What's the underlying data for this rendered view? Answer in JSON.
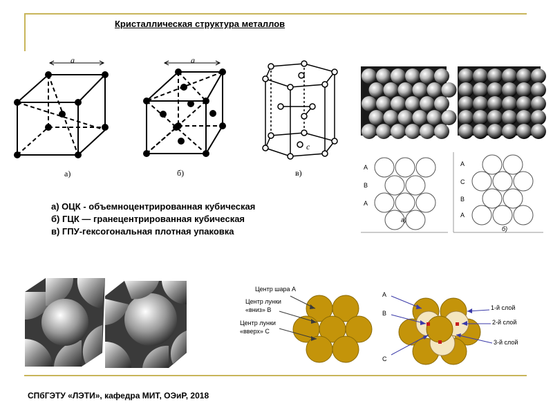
{
  "header": {
    "title": "Кристаллическая структура металлов"
  },
  "captions": {
    "a": "а)",
    "b": "б)",
    "c": "в)"
  },
  "cube_labels": {
    "a": "a",
    "b": "a",
    "c": "c"
  },
  "legend": [
    "а) ОЦК - объемноцентрированная кубическая",
    "б) ГЦК — гранецентрированная кубическая",
    "в) ГПУ-гексогональная плотная упаковка"
  ],
  "stack_a": {
    "letters": [
      "A",
      "B",
      "A"
    ],
    "caption": "а)"
  },
  "stack_b": {
    "letters": [
      "A",
      "C",
      "B",
      "A"
    ],
    "caption": "б)"
  },
  "pack1": {
    "labels": [
      "Центр шара А",
      "Центр лунки\n«вниз» В",
      "Центр лунки\n«вверх» С"
    ]
  },
  "pack2": {
    "letters": [
      "А",
      "В",
      "С"
    ],
    "layers": [
      "1-й слой",
      "2-й слой",
      "3-й слой"
    ]
  },
  "colors": {
    "gold": "#c4940a",
    "cream": "#f4e6c0",
    "accent": "#c8b55a",
    "arrow": "#3a3aa8"
  },
  "footer": {
    "text": "СПбГЭТУ «ЛЭТИ», кафедра МИТ, ОЭиР, 2018"
  }
}
